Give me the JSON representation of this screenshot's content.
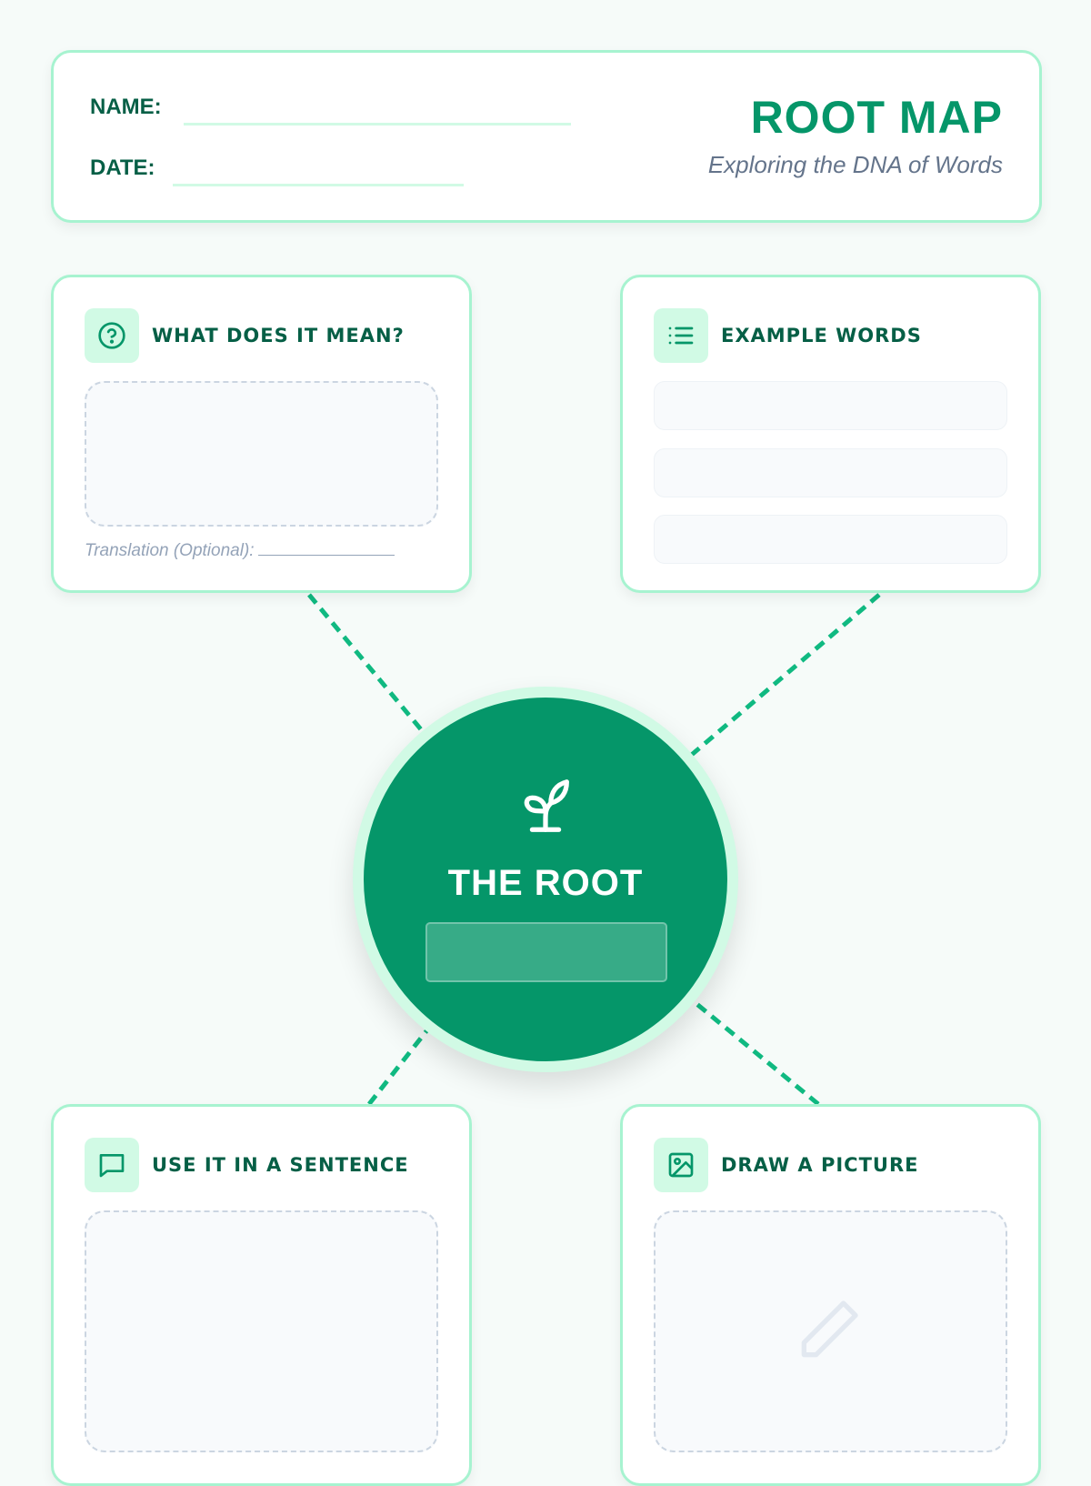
{
  "header": {
    "name_label": "NAME:",
    "date_label": "DATE:",
    "title": "ROOT MAP",
    "subtitle": "Exploring the DNA of Words"
  },
  "center": {
    "title": "THE ROOT",
    "icon": "sprout-icon"
  },
  "sections": {
    "meaning": {
      "title": "WHAT DOES IT MEAN?",
      "icon": "question-circle-icon",
      "translation_label": "Translation (Optional):"
    },
    "examples": {
      "title": "EXAMPLE WORDS",
      "icon": "list-icon"
    },
    "sentence": {
      "title": "USE IT IN A SENTENCE",
      "icon": "message-icon"
    },
    "picture": {
      "title": "DRAW A PICTURE",
      "icon": "image-icon"
    }
  },
  "colors": {
    "primary": "#059669",
    "dark": "#065f46",
    "light": "#d1fae5",
    "border": "#a7f3d0"
  }
}
